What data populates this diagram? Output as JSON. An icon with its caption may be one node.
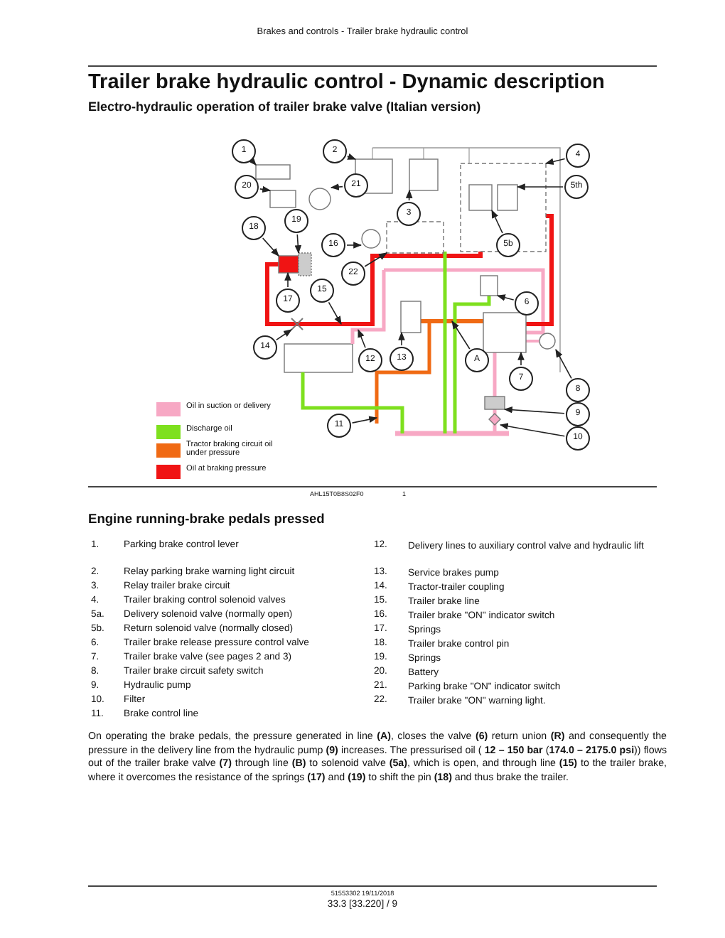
{
  "diagram": {
    "title": "Trailer brake hydraulic control - Dynamic description",
    "nodes": [
      {
        "text": [
          "1"
        ]
      },
      {
        "text": [
          "2"
        ]
      },
      {
        "text": [
          "4"
        ]
      },
      {
        "text": [
          "21"
        ]
      },
      {
        "text": [
          "20"
        ]
      },
      {
        "text": [
          "5th"
        ]
      },
      {
        "text": [
          "3"
        ]
      },
      {
        "text": [
          "18"
        ]
      },
      {
        "text": [
          "19"
        ]
      },
      {
        "text": [
          "16"
        ]
      },
      {
        "text": [
          "5b"
        ]
      },
      {
        "text": [
          "22"
        ]
      },
      {
        "text": [
          "15"
        ]
      },
      {
        "text": [
          "6"
        ]
      },
      {
        "text": [
          "17"
        ]
      },
      {
        "text": [
          "14"
        ]
      },
      {
        "text": [
          "12"
        ]
      },
      {
        "text": [
          "13"
        ]
      },
      {
        "text": [
          "A"
        ]
      },
      {
        "text": [
          "7"
        ]
      },
      {
        "text": [
          "11"
        ]
      },
      {
        "text": [
          "8"
        ]
      },
      {
        "text": [
          "9"
        ]
      },
      {
        "text": [
          "10"
        ]
      },
      {
        "text": [],
        "shape": "box"
      },
      {
        "text": [],
        "shape": "box"
      },
      {
        "text": [],
        "shape": "box"
      },
      {
        "text": [],
        "shape": "circle"
      },
      {
        "text": [],
        "shape": "box"
      },
      {
        "text": [],
        "shape": "box",
        "in": 26
      },
      {
        "text": [],
        "shape": "box"
      },
      {
        "text": [],
        "shape": "box"
      },
      {
        "text": [],
        "shape": "box"
      },
      {
        "text": [],
        "shape": "circle"
      },
      {
        "text": [],
        "shape": "box",
        "in": 26
      },
      {
        "text": [],
        "shape": "box"
      },
      {
        "text": [],
        "shape": "box"
      },
      {
        "text": [],
        "shape": "cross"
      },
      {
        "text": [],
        "shape": "box"
      },
      {
        "text": [],
        "shape": "box"
      },
      {
        "text": [],
        "shape": "circle"
      },
      {
        "text": [],
        "shape": "box"
      },
      {
        "text": [],
        "shape": "diamond"
      }
    ],
    "edges": [
      {
        "from": 0,
        "to": 24,
        "arrow": "to"
      },
      {
        "from": 1,
        "to": 25,
        "arrow": "to"
      },
      {
        "from": 2,
        "to": 26,
        "arrow": "to"
      },
      {
        "from": 3,
        "to": 27,
        "arrow": "to"
      },
      {
        "from": 4,
        "to": 28,
        "arrow": "to"
      },
      {
        "from": 5,
        "to": 34,
        "arrow": "to"
      },
      {
        "from": 6,
        "to": 30,
        "arrow": "to"
      },
      {
        "from": 7,
        "to": 31,
        "arrow": "to"
      },
      {
        "from": 8,
        "to": 32,
        "arrow": "to"
      },
      {
        "from": 9,
        "to": 33,
        "arrow": "to"
      },
      {
        "from": 10,
        "to": 29,
        "arrow": "to"
      },
      {
        "from": 11,
        "to": 35,
        "arrow": "to"
      },
      {
        "from": 12,
        "to": null,
        "arrow": "to"
      },
      {
        "from": 13,
        "to": 36,
        "arrow": "to"
      },
      {
        "from": 14,
        "to": 31,
        "arrow": "to"
      },
      {
        "from": 15,
        "to": 37,
        "arrow": "to"
      },
      {
        "from": 16,
        "to": null,
        "arrow": "to"
      },
      {
        "from": 17,
        "to": 38,
        "arrow": "to"
      },
      {
        "from": 18,
        "to": null,
        "arrow": "to"
      },
      {
        "from": 19,
        "to": 39,
        "arrow": "to"
      },
      {
        "from": 20,
        "to": null,
        "arrow": "to"
      },
      {
        "from": 21,
        "to": 40,
        "arrow": "to"
      },
      {
        "from": 22,
        "to": 41,
        "arrow": "to"
      },
      {
        "from": 23,
        "to": 42,
        "arrow": "to"
      }
    ],
    "labels": [
      "Brakes and controls - Trailer brake hydraulic control",
      "Electro-hydraulic operation of trailer brake valve (Italian version)",
      "AHL15T0B8S02F0",
      "1",
      "Engine running-brake pedals pressed",
      "1.",
      "Parking brake control lever",
      "12.",
      "Delivery lines to auxiliary control valve and hydraulic lift",
      "2.",
      "Relay parking brake warning light circuit",
      "13.",
      "Service brakes pump",
      "3.",
      "Relay trailer brake circuit",
      "14.",
      "Tractor-trailer coupling",
      "4.",
      "Trailer braking control solenoid valves",
      "15.",
      "Trailer brake line",
      "5a.",
      "Delivery solenoid valve (normally open)",
      "16.",
      "Trailer brake \"ON\" indicator switch",
      "5b.",
      "Return solenoid valve (normally closed)",
      "17.",
      "Springs",
      "6.",
      "Trailer brake release pressure control valve",
      "18.",
      "Trailer brake control pin",
      "7.",
      "Trailer brake valve (see pages 2 and 3)",
      "19.",
      "Springs",
      "8.",
      "Trailer brake circuit safety switch",
      "20.",
      "Battery",
      "9.",
      "Hydraulic pump",
      "21.",
      "Parking brake \"ON\" indicator switch",
      "10.",
      "Filter",
      "22.",
      "Trailer brake \"ON\" warning light.",
      "11.",
      "Brake control line",
      "On operating the brake pedals, the pressure generated in line **(A)**, closes the valve **(6)** return union **(R)** and consequently the pressure in the delivery line from the hydraulic pump **(9)** increases. The pressurised oil ( **12 – 150 bar** (**174.0 – 2175.0 psi**)) flows out of the trailer brake valve **(7)** through line **(B)** to solenoid valve **(5a)**, which is open, and through line **(15)** to the trailer brake, where it overcomes the resistance of the springs **(17)** and **(19)** to shift the pin **(18)** and thus brake the trailer.",
      "51553302 19/11/2018",
      "33.3 [33.220] / 9"
    ],
    "legend": [
      {
        "text": "Oil in suction or delivery",
        "color": "#f7a8c4"
      },
      {
        "text": "Discharge oil",
        "color": "#7ee01e"
      },
      {
        "text": "Tractor braking circuit oil under pressure",
        "color": "#f06a14"
      },
      {
        "text": "Oil at braking pressure",
        "color": "#f01414"
      }
    ]
  }
}
